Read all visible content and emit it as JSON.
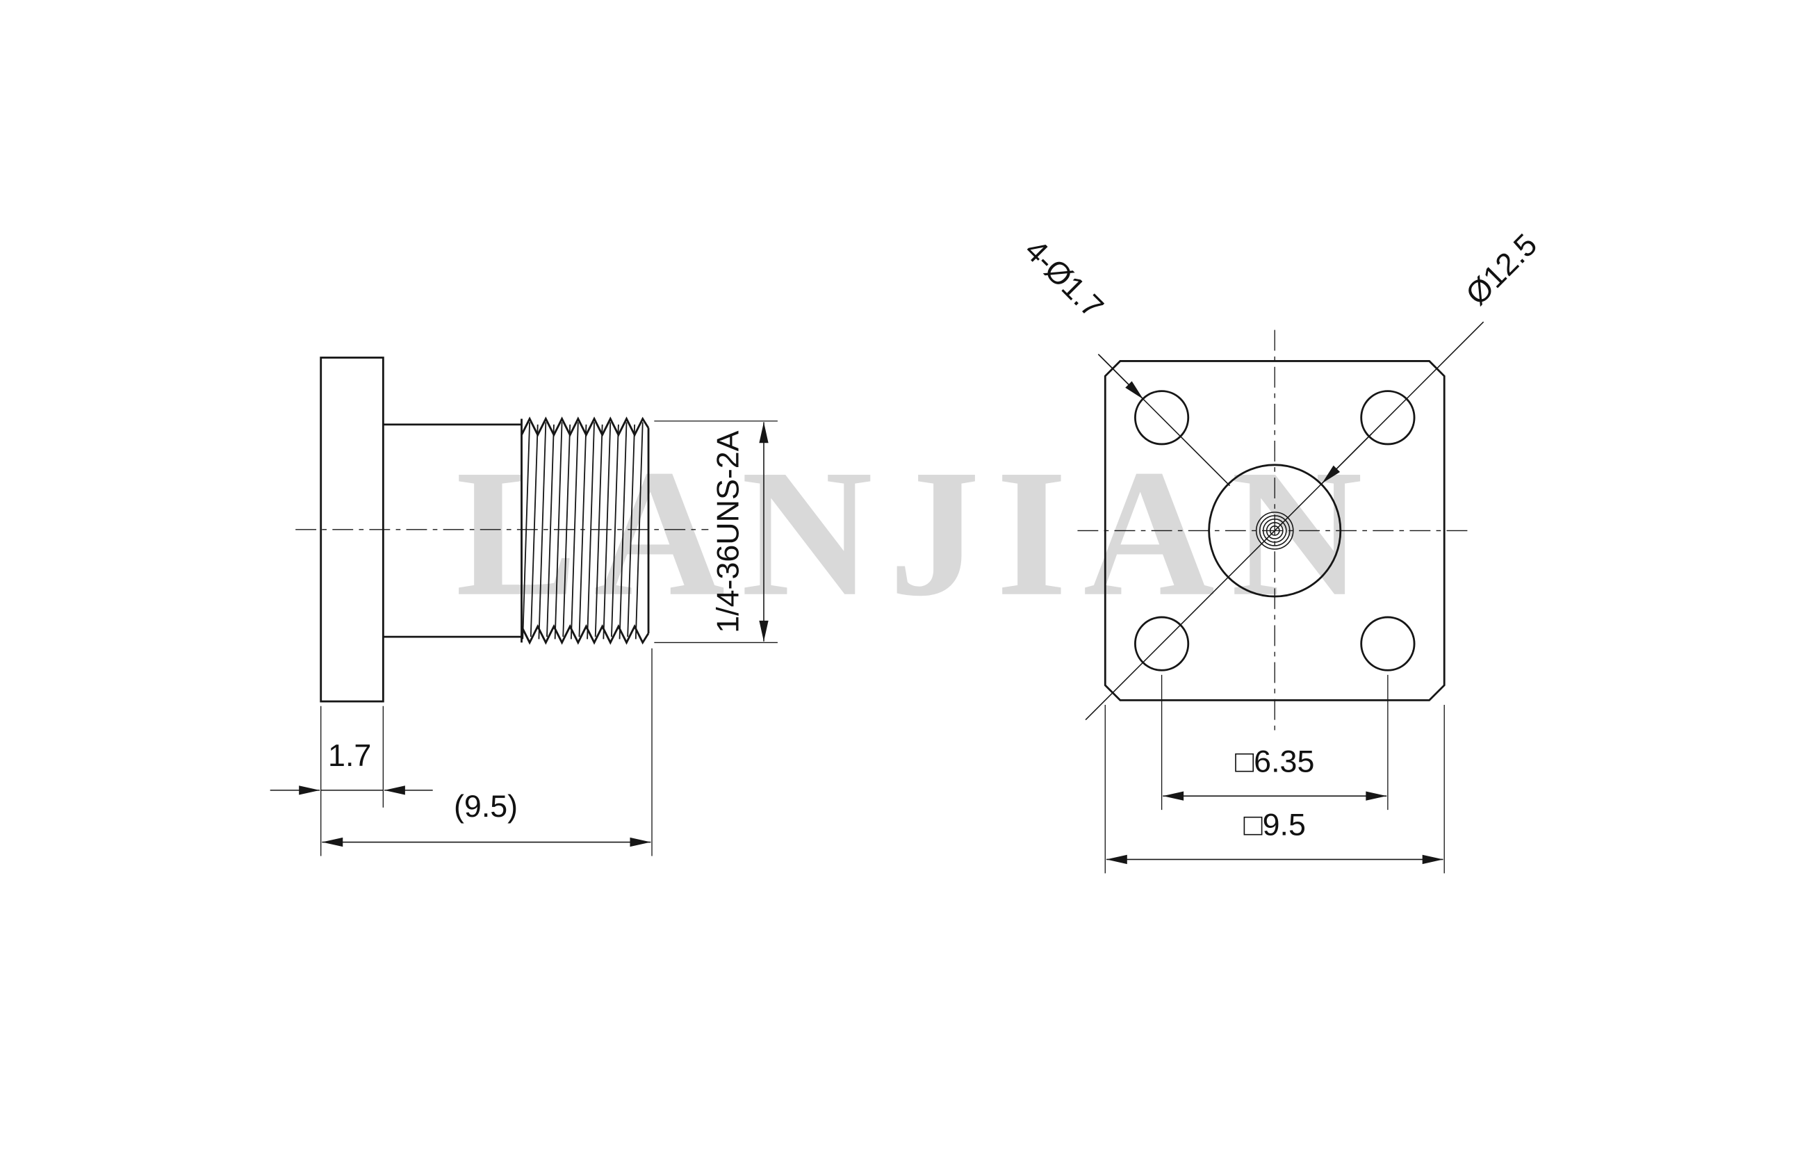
{
  "colors": {
    "line": "#161616",
    "watermark": "#d9d9d9"
  },
  "watermark": "LANJIAN",
  "side_view": {
    "dim_thread": "1/4-36UNS-2A",
    "dim_flange_thickness": "1.7",
    "dim_overall_length": "(9.5)"
  },
  "front_view": {
    "dim_holes": "4-Ø1.7",
    "dim_diameter": "Ø12.5",
    "dim_hole_pitch": "□6.35",
    "dim_flange_width": "□9.5"
  }
}
